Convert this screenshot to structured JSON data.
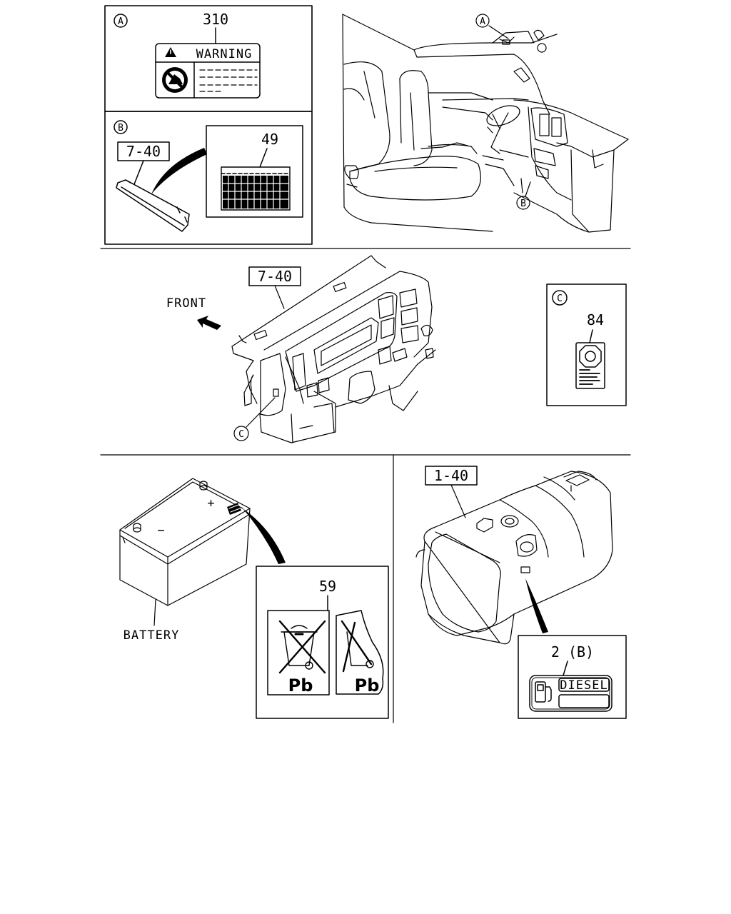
{
  "panels": {
    "warning": {
      "ref": "A",
      "part_number": "310",
      "label_text": "WARNING"
    },
    "glovebox": {
      "ref": "B",
      "ref_callout": "7-40",
      "part_number": "49"
    },
    "cab_view": {
      "ref_a": "A",
      "ref_b": "B"
    },
    "dashboard": {
      "ref_callout": "7-40",
      "direction_label": "FRONT",
      "ref_c": "C"
    },
    "label_c": {
      "ref": "C",
      "part_number": "84"
    },
    "battery": {
      "label": "BATTERY",
      "plus": "+",
      "minus": "−"
    },
    "recycle": {
      "part_number": "59",
      "symbol_left": "Pb",
      "symbol_right": "Pb"
    },
    "fuel_tank": {
      "ref_callout": "1-40"
    },
    "diesel": {
      "part_number": "2 (B)",
      "fuel_text": "DIESEL"
    }
  }
}
